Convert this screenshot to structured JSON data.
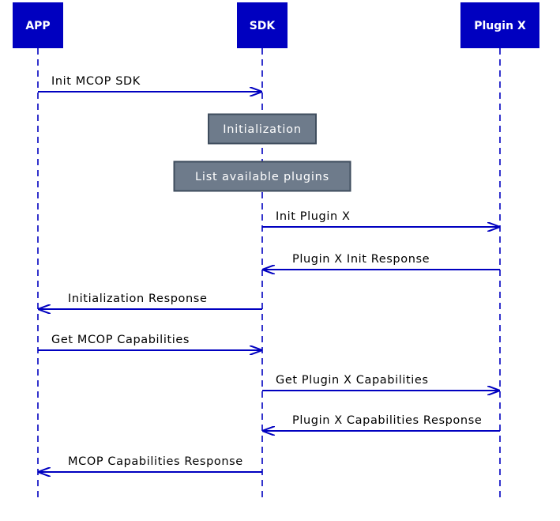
{
  "colors": {
    "participant_fill": "#0000c0",
    "lifeline": "#0000c0",
    "arrow": "#0000c0",
    "note_fill": "#6e7b8b",
    "note_border": "#3f4d5e"
  },
  "participants": [
    {
      "id": "app",
      "label": "APP"
    },
    {
      "id": "sdk",
      "label": "SDK"
    },
    {
      "id": "plugin",
      "label": "Plugin X"
    }
  ],
  "steps": [
    {
      "kind": "message",
      "from": "app",
      "to": "sdk",
      "label": "Init MCOP SDK"
    },
    {
      "kind": "note",
      "over": "sdk",
      "label": "Initialization"
    },
    {
      "kind": "note",
      "over": "sdk",
      "label": "List available plugins"
    },
    {
      "kind": "message",
      "from": "sdk",
      "to": "plugin",
      "label": "Init Plugin X"
    },
    {
      "kind": "message",
      "from": "plugin",
      "to": "sdk",
      "label": "Plugin X Init Response"
    },
    {
      "kind": "message",
      "from": "sdk",
      "to": "app",
      "label": "Initialization Response"
    },
    {
      "kind": "message",
      "from": "app",
      "to": "sdk",
      "label": "Get MCOP Capabilities"
    },
    {
      "kind": "message",
      "from": "sdk",
      "to": "plugin",
      "label": "Get Plugin X Capabilities"
    },
    {
      "kind": "message",
      "from": "plugin",
      "to": "sdk",
      "label": "Plugin X Capabilities Response"
    },
    {
      "kind": "message",
      "from": "sdk",
      "to": "app",
      "label": "MCOP Capabilities Response"
    }
  ]
}
